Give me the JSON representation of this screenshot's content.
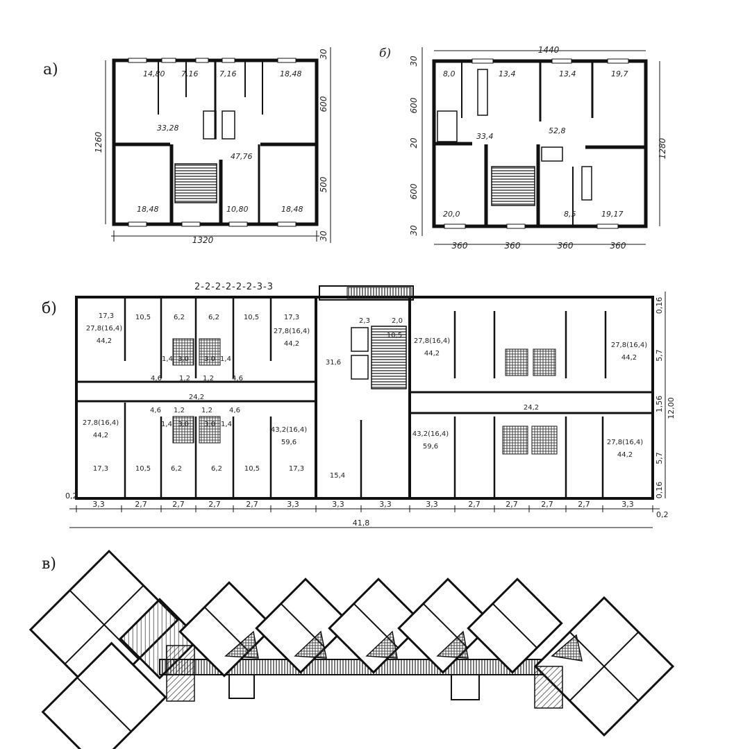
{
  "labels": {
    "a": "а)",
    "b_plan": "б)",
    "b": "б)",
    "v": "в)"
  },
  "plan_a": {
    "areas": [
      "14,80",
      "7,16",
      "7,16",
      "18,48",
      "33,28",
      "47,76",
      "18,48",
      "10,80",
      "18,48"
    ],
    "width": "1320",
    "depth": "1260",
    "right_dims": [
      "30",
      "600",
      "500",
      "30"
    ]
  },
  "plan_b": {
    "areas": [
      "8,0",
      "13,4",
      "13,4",
      "19,7",
      "33,4",
      "52,8",
      "20,0",
      "8,5",
      "19,17"
    ],
    "top_dim": "1440",
    "right_dim": "1280",
    "left_dims": [
      "30",
      "600",
      "20",
      "600",
      "30"
    ],
    "bottom_dims": [
      "360",
      "360",
      "360",
      "360"
    ]
  },
  "plan_section": {
    "code": "2-2-2-2-2-2-3-3",
    "areas_top": [
      "17,3",
      "27,8(16,4)",
      "44,2",
      "10,5",
      "6,2",
      "6,2",
      "10,5",
      "17,3",
      "27,8(16,4)",
      "44,2",
      "3,0",
      "3,0",
      "1,4",
      "1,4",
      "4,6",
      "1,2",
      "1,2",
      "4,6",
      "31,6",
      "2,3",
      "2,0",
      "10,5",
      "27,8(16,4)",
      "44,2",
      "27,8(16,4)",
      "44,2"
    ],
    "corridor": [
      "24,2",
      "24,2"
    ],
    "areas_bottom": [
      "27,8(16,4)",
      "44,2",
      "17,3",
      "10,5",
      "6,2",
      "6,2",
      "10,5",
      "17,3",
      "43,2(16,4)",
      "59,6",
      "4,6",
      "1,2",
      "1,2",
      "4,6",
      "3,0",
      "3,0",
      "1,4",
      "1,4",
      "15,4",
      "43,2(16,4)",
      "59,6",
      "27,8(16,4)",
      "44,2"
    ],
    "bottom_dims": [
      "0,2",
      "3,3",
      "2,7",
      "2,7",
      "2,7",
      "2,7",
      "3,3",
      "3,3",
      "3,3",
      "3,3",
      "2,7",
      "2,7",
      "2,7",
      "2,7",
      "3,3",
      "0,2"
    ],
    "total": "41,8",
    "right_dims": [
      "0,16",
      "5,7",
      "1,56",
      "5,7",
      "0,16",
      "12,00"
    ]
  }
}
